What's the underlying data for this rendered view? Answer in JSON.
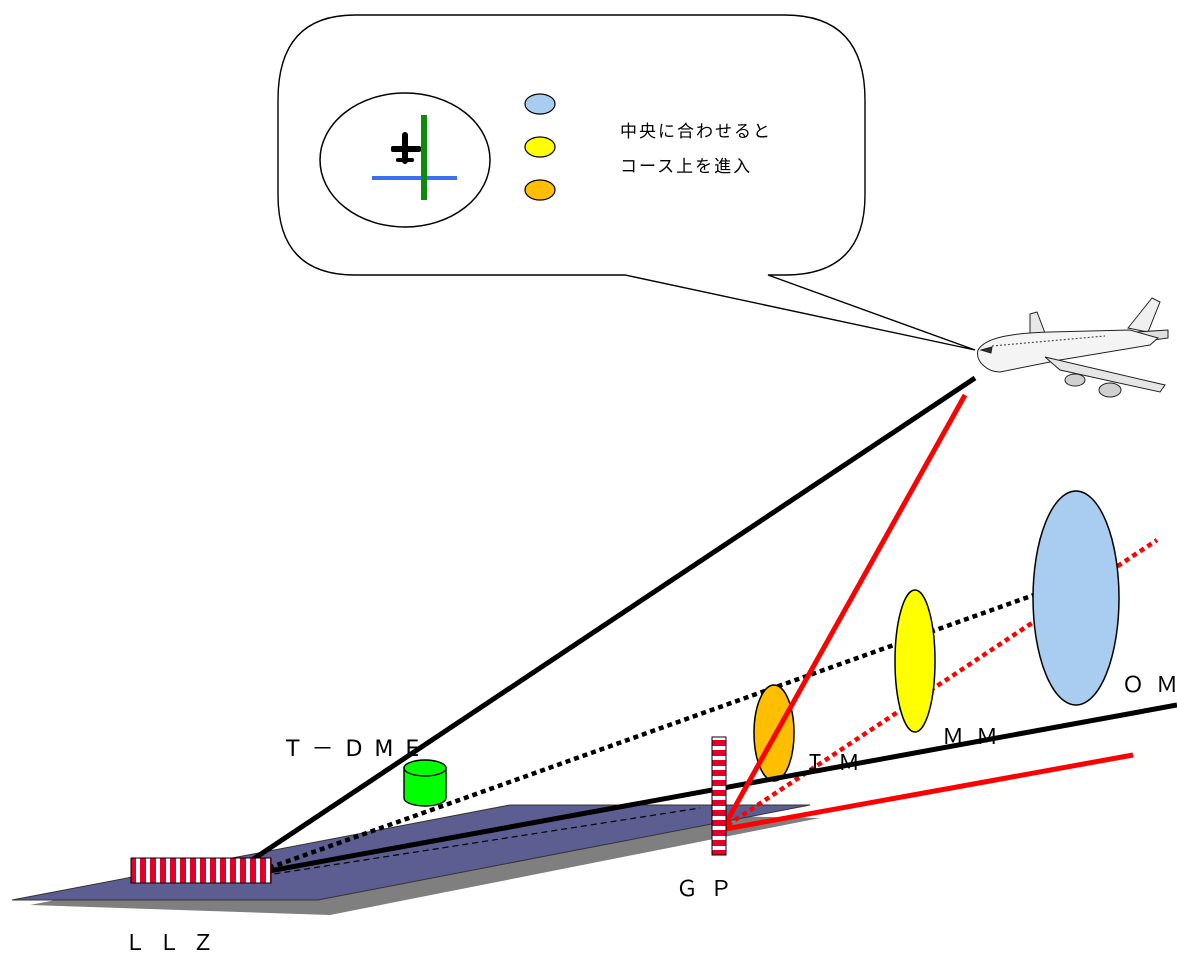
{
  "callout": {
    "line1": "中央に合わせると",
    "line2": "コース上を進入",
    "marker_colors": [
      "#a8cdf0",
      "#ffff00",
      "#ffbf00"
    ]
  },
  "labels": {
    "tdme": "T－DME",
    "im": "ＩＭ",
    "mm": "ＭＭ",
    "om": "ＯＭ",
    "gp": "ＧＰ",
    "llz": "ＬＬＺ"
  },
  "colors": {
    "runway": "#5c5e92",
    "shadow": "#7f7f7f",
    "red": "#ff0000",
    "dme": "#00ff00",
    "om": "#a8cdf0",
    "mm": "#ffff00",
    "im": "#ffbf00",
    "localizer_bar": "#0b8a0b",
    "glideslope_bar": "#3a6ff0"
  }
}
